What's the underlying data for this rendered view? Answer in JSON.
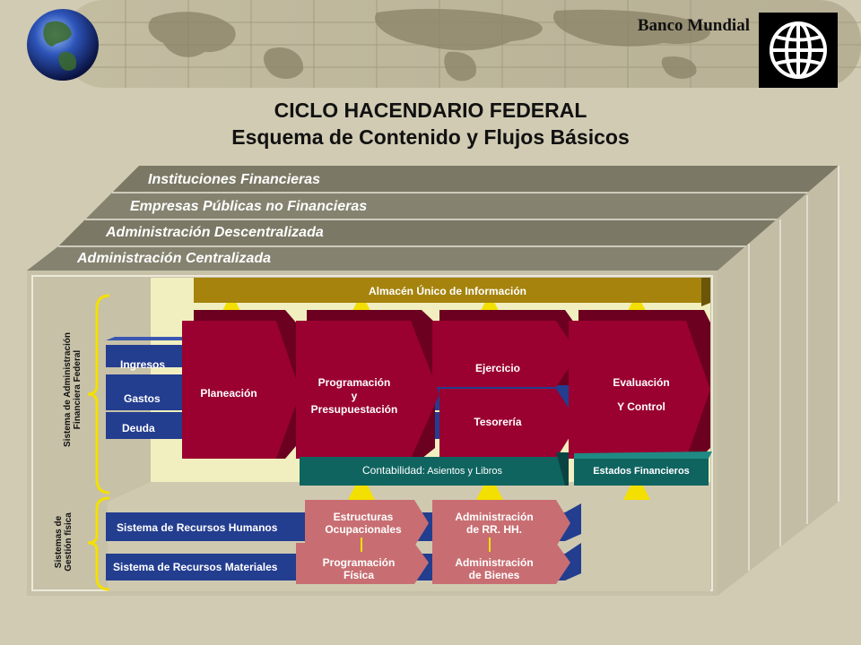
{
  "header": {
    "bank_name": "Banco Mundial"
  },
  "title": {
    "line1": "CICLO HACENDARIO FEDERAL",
    "line2": "Esquema de Contenido y Flujos Básicos"
  },
  "tiers": [
    "Instituciones Financieras",
    "Empresas Públicas no Financieras",
    "Administración Descentralizada",
    "Administración Centralizada"
  ],
  "sidebar": {
    "financial_system": [
      "Sistema de Administración",
      "Financiera Federal"
    ],
    "management_systems": [
      "Sistemas de",
      "Gestión física"
    ]
  },
  "info_store": "Almacén Único de Información",
  "budget_rows": [
    "Ingresos",
    "Gastos",
    "Deuda"
  ],
  "stages": {
    "planeacion": "Planeación",
    "programacion": [
      "Programación",
      "y",
      "Presupuestación"
    ],
    "ejercicio": "Ejercicio",
    "tesoreria": "Tesorería",
    "evaluacion": [
      "Evaluación",
      "Y Control"
    ]
  },
  "contabilidad": {
    "label": "Contabilidad",
    "sub": ": Asientos y Libros"
  },
  "estados": "Estados Financieros",
  "resource_systems": {
    "rh": "Sistema de Recursos Humanos",
    "rm": "Sistema de Recursos Materiales"
  },
  "resource_boxes": {
    "estructuras": [
      "Estructuras",
      "Ocupacionales"
    ],
    "admin_rrhh": [
      "Administración",
      "de RR. HH."
    ],
    "prog_fisica": [
      "Programación",
      "Física"
    ],
    "admin_bienes": [
      "Administración",
      "de Bienes"
    ]
  },
  "colors": {
    "background": "#d1cbb3",
    "tier_band": "#7b7965",
    "info_store": "#a5830d",
    "stage_red": "#9a0030",
    "budget_blue": "#233d8f",
    "accounting_teal": "#0f6460",
    "resource_pink": "#c86e72",
    "arrow_yellow": "#f4e000"
  }
}
